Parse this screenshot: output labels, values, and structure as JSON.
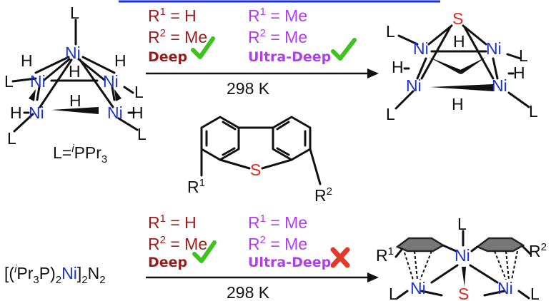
{
  "top_left": {
    "ligand": "L",
    "nickel": "Ni",
    "hydride": "H",
    "ligand_def": {
      "prefix": "L=",
      "iso": "i",
      "rest": "PPr",
      "sub": "3"
    }
  },
  "top_conditions": {
    "left": {
      "r1_prefix": "R",
      "r1_sup": "1",
      "r1_value": " = H",
      "r2_prefix": "R",
      "r2_sup": "2",
      "r2_value": " = Me",
      "label": "Deep"
    },
    "right": {
      "r1_prefix": "R",
      "r1_sup": "1",
      "r1_value": " = Me",
      "r2_prefix": "R",
      "r2_sup": "2",
      "r2_value": " = Me",
      "label": "Ultra-Deep"
    },
    "temperature": "298 K"
  },
  "top_right": {
    "sulfur": "S",
    "nickel": "Ni",
    "hydride": "H",
    "ligand": "L"
  },
  "substrate": {
    "sulfur": "S",
    "r1": {
      "prefix": "R",
      "sup": "1"
    },
    "r2": {
      "prefix": "R",
      "sup": "2"
    }
  },
  "bottom_left": {
    "open": "[(",
    "iso": "i",
    "pr": "Pr",
    "sub3": "3",
    "p": "P)",
    "sub2a": "2",
    "ni": "Ni",
    "close": "]",
    "sub2b": "2",
    "n": "N",
    "sub2c": "2"
  },
  "bottom_conditions": {
    "left": {
      "r1_prefix": "R",
      "r1_sup": "1",
      "r1_value": " = H",
      "r2_prefix": "R",
      "r2_sup": "2",
      "r2_value": " = Me",
      "label": "Deep"
    },
    "right": {
      "r1_prefix": "R",
      "r1_sup": "1",
      "r1_value": " = Me",
      "r2_prefix": "R",
      "r2_sup": "2",
      "r2_value": " = Me",
      "label": "Ultra-Deep"
    },
    "temperature": "298 K"
  },
  "bottom_right": {
    "ligand": "L",
    "nickel": "Ni",
    "sulfur": "S",
    "r1": {
      "prefix": "R",
      "sup": "1"
    },
    "r2": {
      "prefix": "R",
      "sup": "2"
    }
  },
  "colors": {
    "nickel": "#1a33cc",
    "sulfur": "#e0281e",
    "hydrogen_condition": "#9a1b1b",
    "methyl_condition": "#b13cf0",
    "check": "#3ec21f",
    "cross": "#e23a2a",
    "top_link_line": "#1b2fe0"
  }
}
